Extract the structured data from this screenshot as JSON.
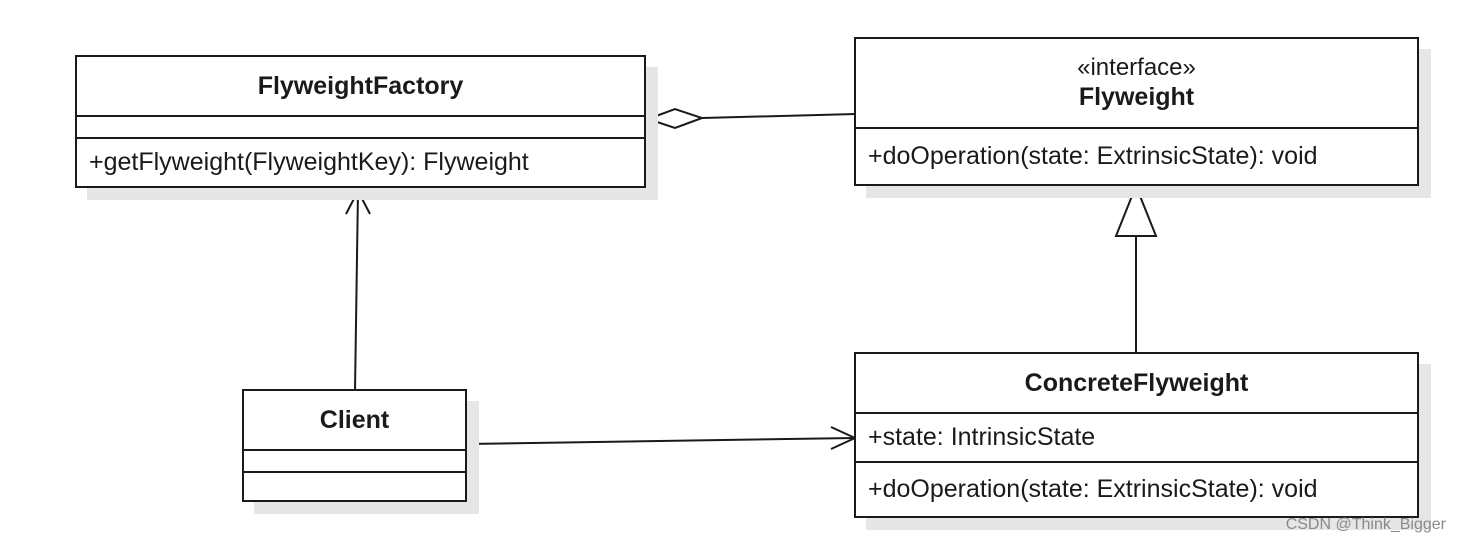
{
  "diagram": {
    "classes": {
      "flyweight_factory": {
        "name": "FlyweightFactory",
        "attributes": "",
        "operation": "+getFlyweight(FlyweightKey): Flyweight"
      },
      "flyweight": {
        "stereotype": "«interface»",
        "name": "Flyweight",
        "operation": "+doOperation(state: ExtrinsicState): void"
      },
      "concrete_flyweight": {
        "name": "ConcreteFlyweight",
        "attribute": "+state: IntrinsicState",
        "operation": "+doOperation(state: ExtrinsicState): void"
      },
      "client": {
        "name": "Client",
        "attributes": "",
        "operations": ""
      }
    },
    "relationships": [
      {
        "from": "FlyweightFactory",
        "to": "Flyweight",
        "type": "aggregation"
      },
      {
        "from": "Client",
        "to": "FlyweightFactory",
        "type": "association"
      },
      {
        "from": "Client",
        "to": "ConcreteFlyweight",
        "type": "association"
      },
      {
        "from": "ConcreteFlyweight",
        "to": "Flyweight",
        "type": "realization"
      }
    ]
  },
  "watermark": "CSDN @Think_Bigger"
}
